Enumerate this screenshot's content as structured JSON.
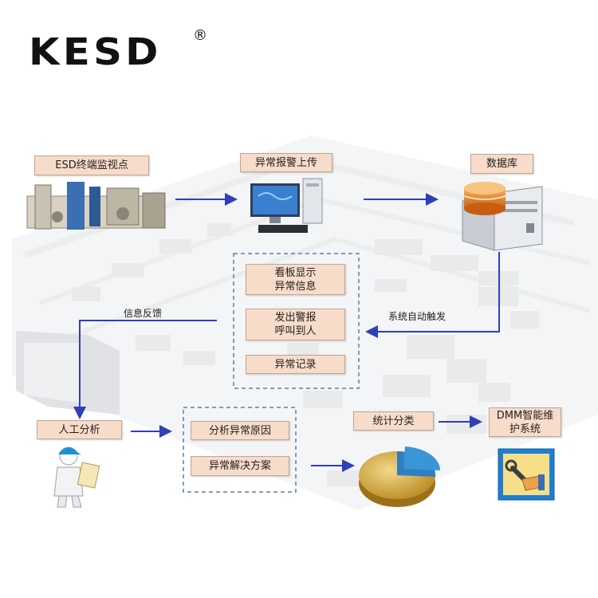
{
  "brand": {
    "name": "KESD",
    "reg": "®"
  },
  "nodes": {
    "esd_monitor": "ESD终端监视点",
    "alarm_upload": "异常报警上传",
    "database": "数据库",
    "board_display": "看板显示\n异常信息",
    "send_alarm": "发出警报\n呼叫到人",
    "abnormal_record": "异常记录",
    "manual_analysis": "人工分析",
    "analyze_cause": "分析异常原因",
    "solution": "异常解决方案",
    "statistics": "统计分类",
    "dmm": "DMM智能维\n护系统"
  },
  "labels": {
    "feedback": "信息反馈",
    "auto_trigger": "系统自动触发"
  },
  "colors": {
    "box_fill": "#f7dcc9",
    "arrow": "#2f3fb8",
    "dash": "#5b7fa6"
  },
  "icons": [
    "esd-machine-icon",
    "computer-icon",
    "database-server-icon",
    "worker-icon",
    "pie-chart-icon",
    "wrench-hand-icon"
  ]
}
